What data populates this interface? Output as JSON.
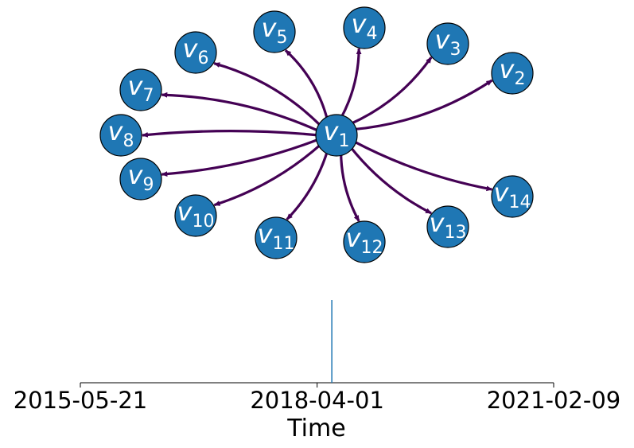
{
  "graph": {
    "center_node": {
      "id": "v1",
      "name": "v",
      "sub": "1"
    },
    "nodes": [
      {
        "id": "v2",
        "name": "v",
        "sub": "2"
      },
      {
        "id": "v3",
        "name": "v",
        "sub": "3"
      },
      {
        "id": "v4",
        "name": "v",
        "sub": "4"
      },
      {
        "id": "v5",
        "name": "v",
        "sub": "5"
      },
      {
        "id": "v6",
        "name": "v",
        "sub": "6"
      },
      {
        "id": "v7",
        "name": "v",
        "sub": "7"
      },
      {
        "id": "v8",
        "name": "v",
        "sub": "8"
      },
      {
        "id": "v9",
        "name": "v",
        "sub": "9"
      },
      {
        "id": "v10",
        "name": "v",
        "sub": "10"
      },
      {
        "id": "v11",
        "name": "v",
        "sub": "11"
      },
      {
        "id": "v12",
        "name": "v",
        "sub": "12"
      },
      {
        "id": "v13",
        "name": "v",
        "sub": "13"
      },
      {
        "id": "v14",
        "name": "v",
        "sub": "14"
      }
    ],
    "edges": [
      {
        "from": "v1",
        "to": "v2"
      },
      {
        "from": "v1",
        "to": "v3"
      },
      {
        "from": "v1",
        "to": "v4"
      },
      {
        "from": "v1",
        "to": "v5"
      },
      {
        "from": "v1",
        "to": "v6"
      },
      {
        "from": "v1",
        "to": "v7"
      },
      {
        "from": "v1",
        "to": "v8"
      },
      {
        "from": "v1",
        "to": "v9"
      },
      {
        "from": "v1",
        "to": "v10"
      },
      {
        "from": "v1",
        "to": "v11"
      },
      {
        "from": "v1",
        "to": "v12"
      },
      {
        "from": "v1",
        "to": "v13"
      },
      {
        "from": "v1",
        "to": "v14"
      }
    ],
    "colors": {
      "node_fill": "#1f77b4",
      "node_stroke": "#000000",
      "node_text": "#ffffff",
      "edge": "#440154"
    }
  },
  "timeline": {
    "xlabel": "Time",
    "ticks": [
      "2015-05-21",
      "2018-04-01",
      "2021-02-09"
    ],
    "range": [
      "2015-05-21",
      "2021-02-09"
    ],
    "event_dates": [
      "2018-06-05"
    ],
    "colors": {
      "axis": "#000000",
      "event": "#1f77b4"
    }
  }
}
